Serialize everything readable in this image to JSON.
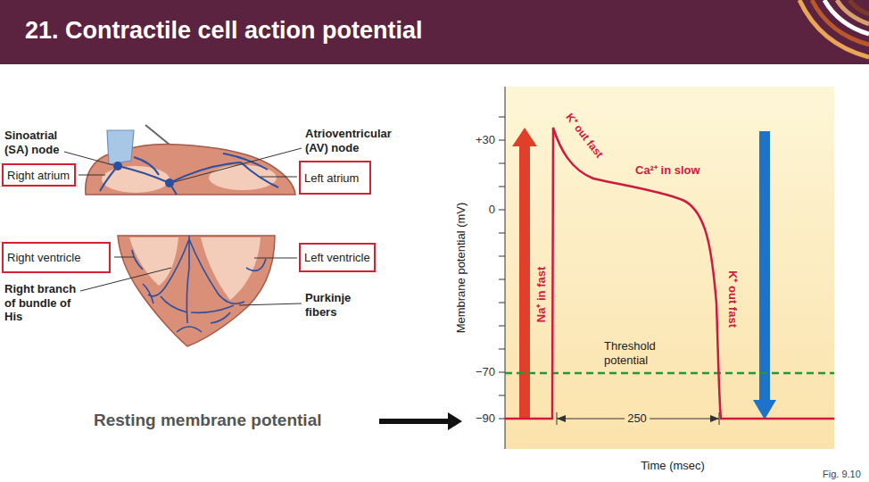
{
  "diagram": {
    "title": "21. Contractile cell action potential",
    "nodes": [
      {
        "text": [
          "Right atrium"
        ]
      },
      {
        "text": [
          "Left atrium"
        ]
      },
      {
        "text": [
          "Right ventricle"
        ]
      },
      {
        "text": [
          "Left ventricle"
        ]
      }
    ],
    "labels": [
      "Sinoatrial (SA) node",
      "Atrioventricular (AV) node",
      "Right branch of bundle of His",
      "Purkinje fibers",
      "Resting membrane potential",
      "+30",
      "0",
      "−70",
      "−90",
      "Membrane potential (mV)",
      "Na⁺ in fast",
      "K⁺ out fast",
      "Ca²⁺ in slow",
      "K⁺ out fast",
      "Threshold potential",
      "250",
      "Time (msec)",
      "Fig. 9.10"
    ]
  }
}
